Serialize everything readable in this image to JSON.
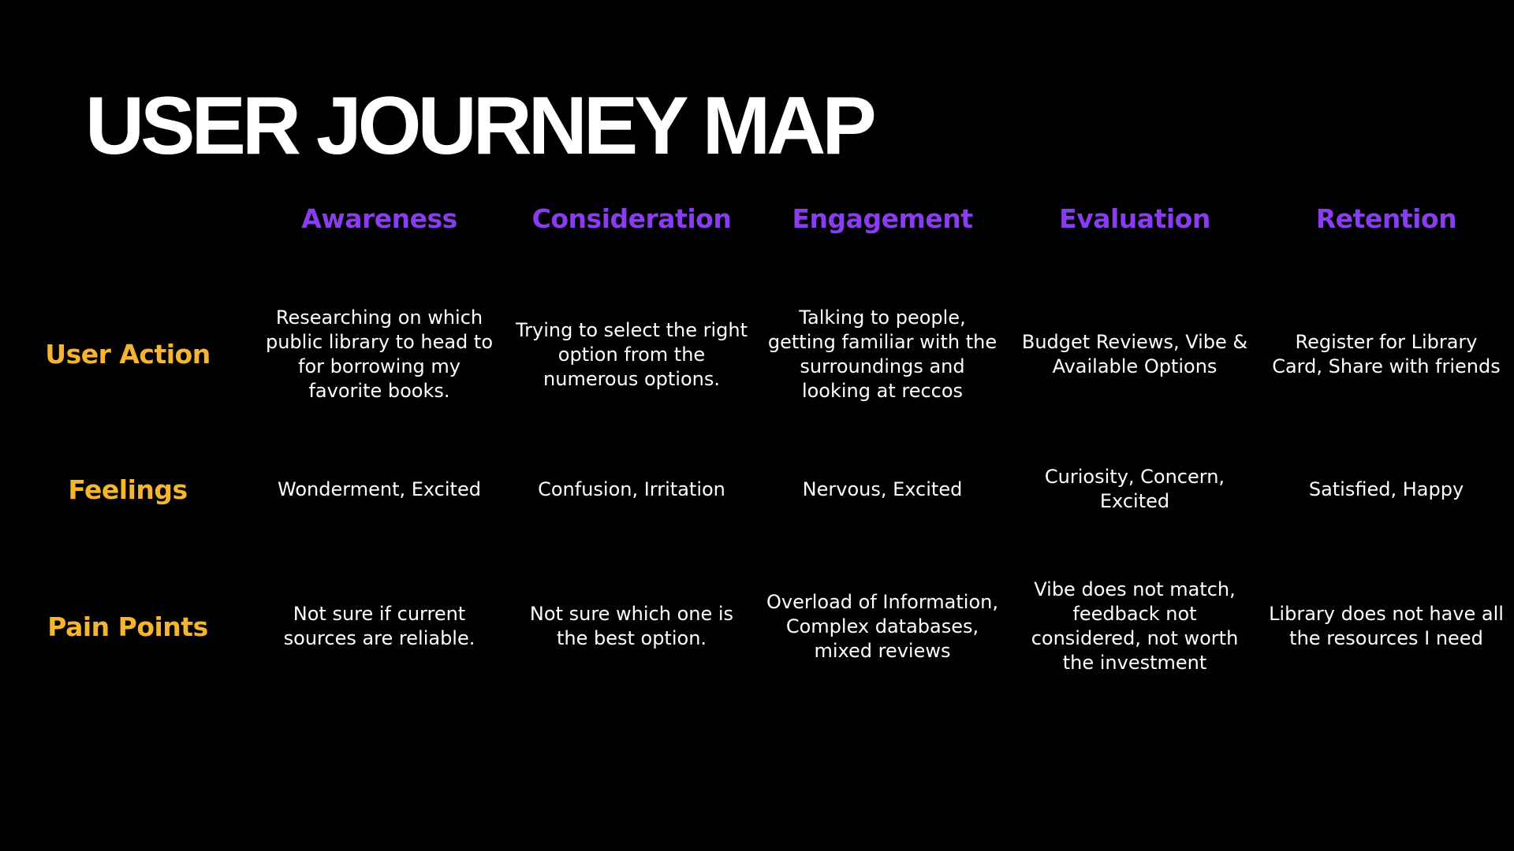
{
  "title": "USER JOURNEY MAP",
  "colors": {
    "background": "#000000",
    "title": "#ffffff",
    "stage_header": "#8a3cf0",
    "row_label": "#f5b52e",
    "cell_text": "#ffffff"
  },
  "stages": [
    "Awareness",
    "Consideration",
    "Engagement",
    "Evaluation",
    "Retention"
  ],
  "rows": [
    {
      "label": "User Action",
      "cells": [
        "Researching on which public library to head to for borrowing my favorite books.",
        "Trying to select the right option from the numerous options.",
        "Talking to people, getting familiar with the surroundings and looking at reccos",
        "Budget Reviews, Vibe & Available Options",
        "Register for Library Card, Share with friends"
      ]
    },
    {
      "label": "Feelings",
      "cells": [
        "Wonderment, Excited",
        "Confusion, Irritation",
        "Nervous, Excited",
        "Curiosity, Concern, Excited",
        "Satisfied, Happy"
      ]
    },
    {
      "label": "Pain Points",
      "cells": [
        "Not sure if current sources are reliable.",
        "Not sure which one is the best option.",
        "Overload of Information, Complex databases, mixed reviews",
        "Vibe does not match, feedback not considered, not worth the investment",
        "Library does not have all the resources I need"
      ]
    }
  ]
}
